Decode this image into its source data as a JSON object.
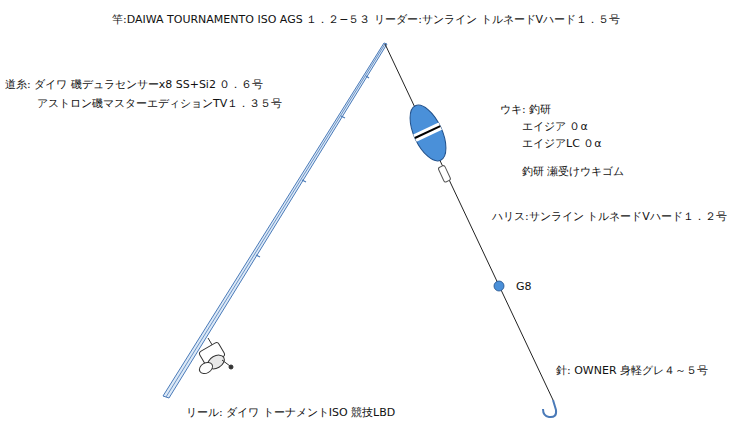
{
  "diagram": {
    "labels": [
      "竿:DAIWA TOURNAMENTO ISO AGS １．２−５３",
      "リーダー:サンライン トルネードVハード１．５号",
      "道糸: ダイワ 磯デュラセンサーx8 SS+Si2 ０．６号",
      "アストロン磯マスターエディションTV１．３５号",
      "ウキ: 釣研",
      "エイジア ０α",
      "エイジアLC ０α",
      "釣研 瀬受けウキゴム",
      "ハリス:サンライン トルネードVハード１．２号",
      "G8",
      "針: OWNER 身軽グレ４～５号",
      "リール: ダイワ トーナメントISO 競技LBD"
    ]
  }
}
